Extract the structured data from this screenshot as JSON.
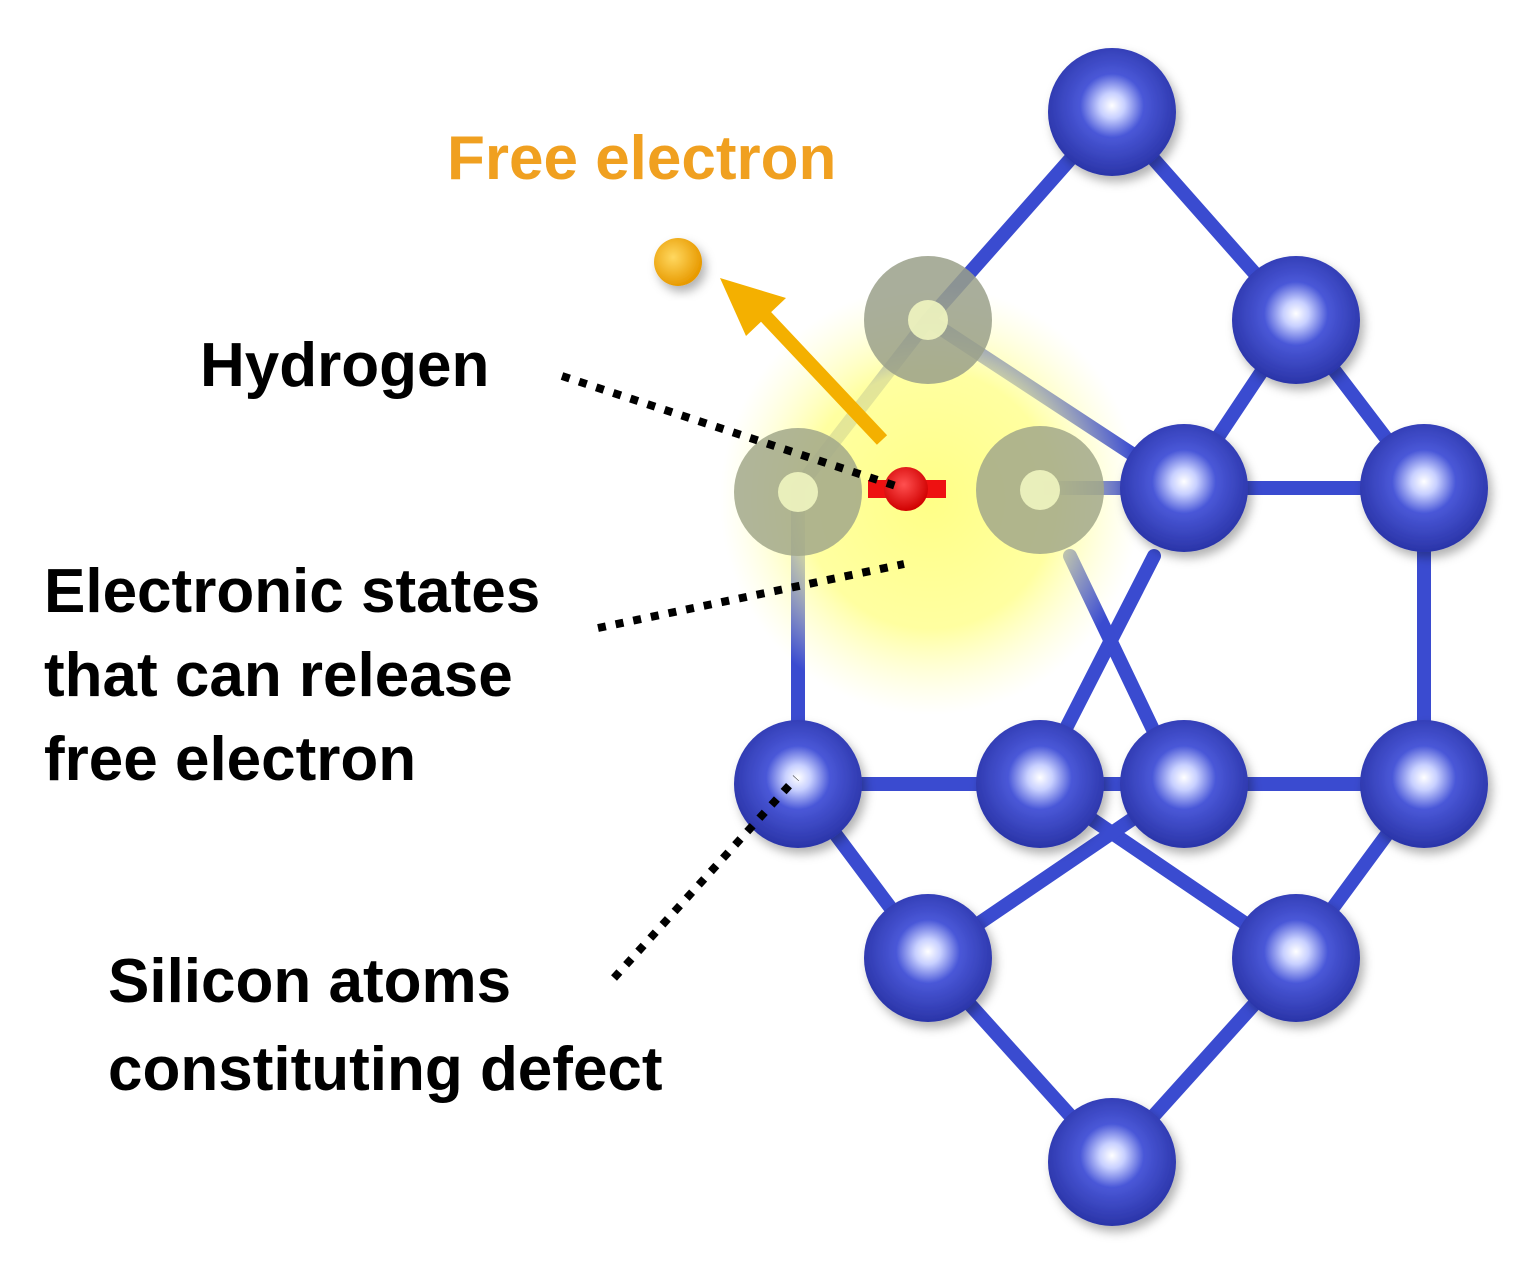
{
  "labels": {
    "free_electron": "Free electron",
    "hydrogen": "Hydrogen",
    "electronic_states": [
      "Electronic states",
      "that can release",
      "free electron"
    ],
    "silicon_atoms": [
      "Silicon atoms",
      "constituting defect"
    ]
  },
  "colors": {
    "silicon_atom": "#3a48c8",
    "bond": "#3a4bd0",
    "free_electron": "#f2ae16",
    "free_electron_label": "#f0a020",
    "arrow": "#f4b000",
    "hydrogen": "#ee1111",
    "glow": "#ffff80",
    "leader_line": "#000000",
    "text": "#000000"
  }
}
